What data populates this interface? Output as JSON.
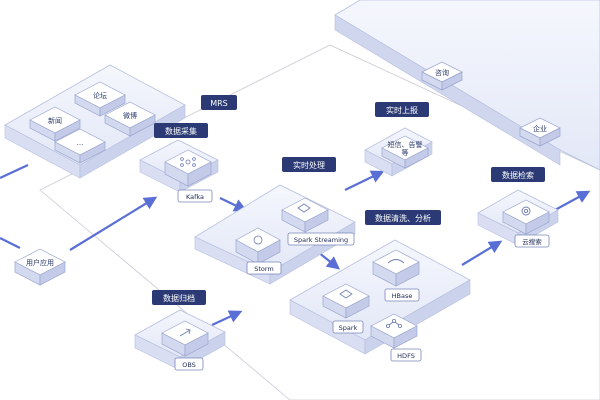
{
  "top_sources": {
    "items": [
      "新闻",
      "论坛",
      "微博",
      "..."
    ]
  },
  "left_source": "用户应用",
  "top_right": {
    "items": [
      "咨询",
      "企业"
    ]
  },
  "mrs": {
    "label": "MRS"
  },
  "ingest": {
    "label": "数据采集",
    "node": "Kafka"
  },
  "realtime": {
    "label": "实时处理",
    "nodes": [
      "Storm",
      "Spark Streaming"
    ]
  },
  "report": {
    "label": "实时上报",
    "node_lines": [
      "短信、告警",
      "等"
    ]
  },
  "cleaning": {
    "label": "数据清洗、分析",
    "nodes": [
      "HBase",
      "Spark",
      "HDFS"
    ]
  },
  "search": {
    "label": "数据检索",
    "node": "云搜索"
  },
  "archive": {
    "label": "数据归档",
    "node": "OBS"
  },
  "colors": {
    "label_bg": "#2b3a75",
    "platform_top": "#eef1fb",
    "platform_side": "#d7dcf0",
    "cube_top": "#ffffff",
    "cube_side": "#c9d0ea",
    "arrow": "#5a6fd6"
  }
}
